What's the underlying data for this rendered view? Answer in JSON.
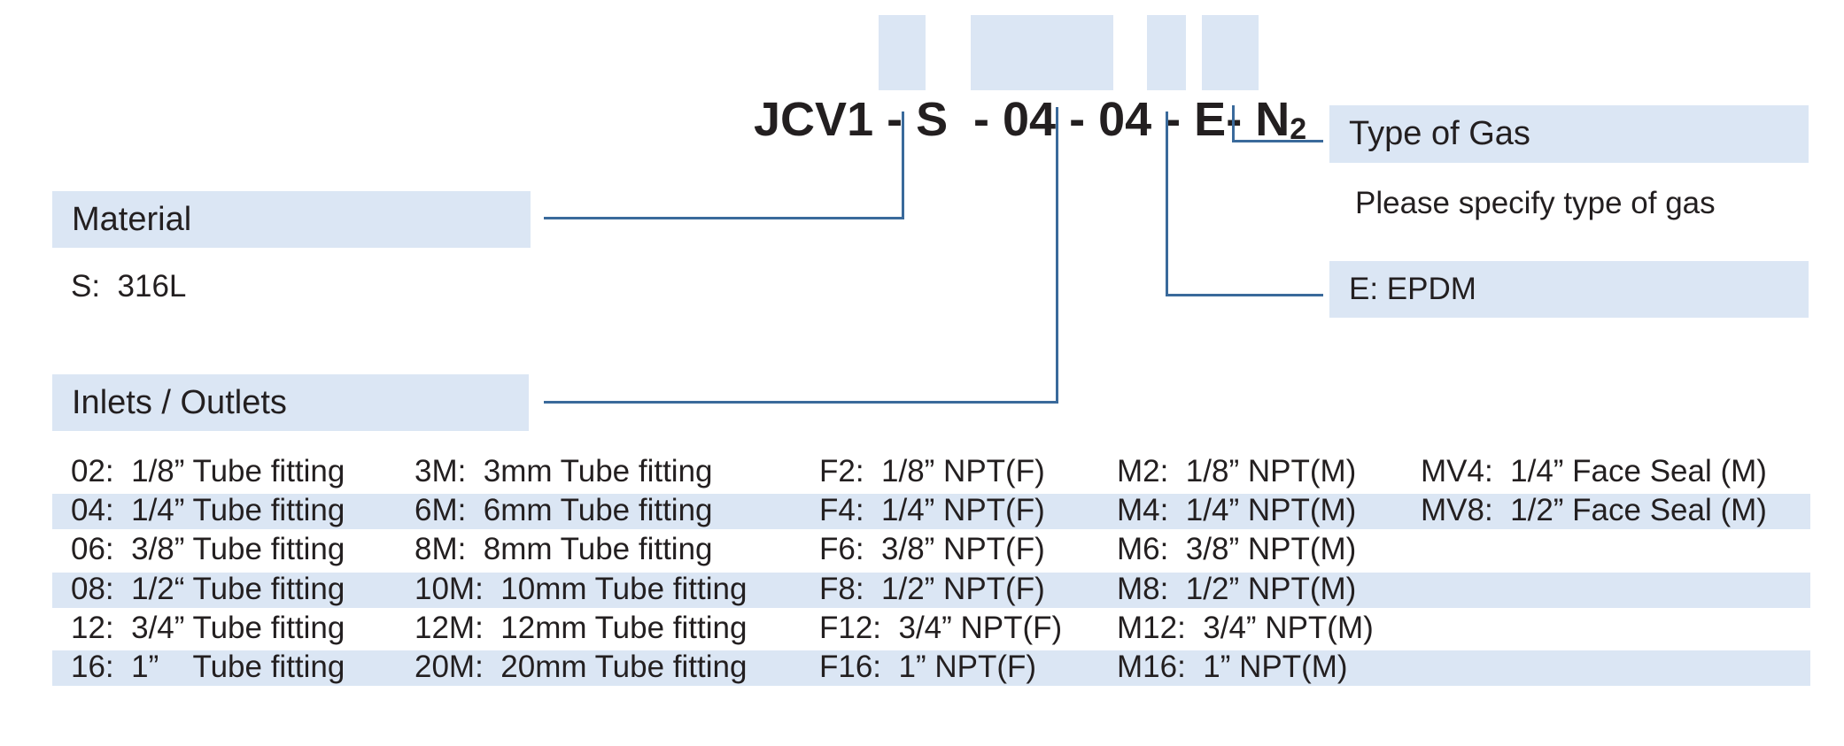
{
  "part_number": {
    "prefix": "JCV1",
    "sep1": " - ",
    "material_code": "S",
    "sep2": " - ",
    "inlet_code": "04",
    "sep3": " - ",
    "outlet_code": "04",
    "sep4": " - ",
    "seal_code": "E",
    "sep5": "- ",
    "gas_code_main": "N",
    "gas_code_sub": "2"
  },
  "material": {
    "title": "Material",
    "options": [
      "S:  316L"
    ]
  },
  "inlets_outlets": {
    "title": "Inlets / Outlets"
  },
  "type_of_gas": {
    "title": "Type of Gas",
    "note": "Please specify type of gas"
  },
  "seal": {
    "title": "E: EPDM"
  },
  "fittings_table": {
    "rows": [
      {
        "shaded": false,
        "cells": [
          "02:  1/8” Tube fitting",
          "3M:  3mm Tube fitting",
          "F2:  1/8” NPT(F)",
          "M2:  1/8” NPT(M)",
          "MV4:  1/4” Face Seal (M)"
        ]
      },
      {
        "shaded": true,
        "cells": [
          "04:  1/4” Tube fitting",
          "6M:  6mm Tube fitting",
          "F4:  1/4” NPT(F)",
          "M4:  1/4” NPT(M)",
          "MV8:  1/2” Face Seal (M)"
        ]
      },
      {
        "shaded": false,
        "cells": [
          "06:  3/8” Tube fitting",
          "8M:  8mm Tube fitting",
          "F6:  3/8” NPT(F)",
          "M6:  3/8” NPT(M)",
          ""
        ]
      },
      {
        "shaded": true,
        "cells": [
          "08:  1/2“ Tube fitting",
          "10M:  10mm Tube fitting",
          "F8:  1/2” NPT(F)",
          "M8:  1/2” NPT(M)",
          ""
        ]
      },
      {
        "shaded": false,
        "cells": [
          "12:  3/4” Tube fitting",
          "12M:  12mm Tube fitting",
          "F12:  3/4” NPT(F)",
          "M12:  3/4” NPT(M)",
          ""
        ]
      },
      {
        "shaded": true,
        "cells": [
          "16:  1”    Tube fitting",
          "20M:  20mm Tube fitting",
          "F16:  1” NPT(F)",
          "M16:  1” NPT(M)",
          ""
        ]
      }
    ]
  },
  "colors": {
    "highlight": "#dbe6f4",
    "connector": "#3a6a9b",
    "text": "#231f20"
  }
}
